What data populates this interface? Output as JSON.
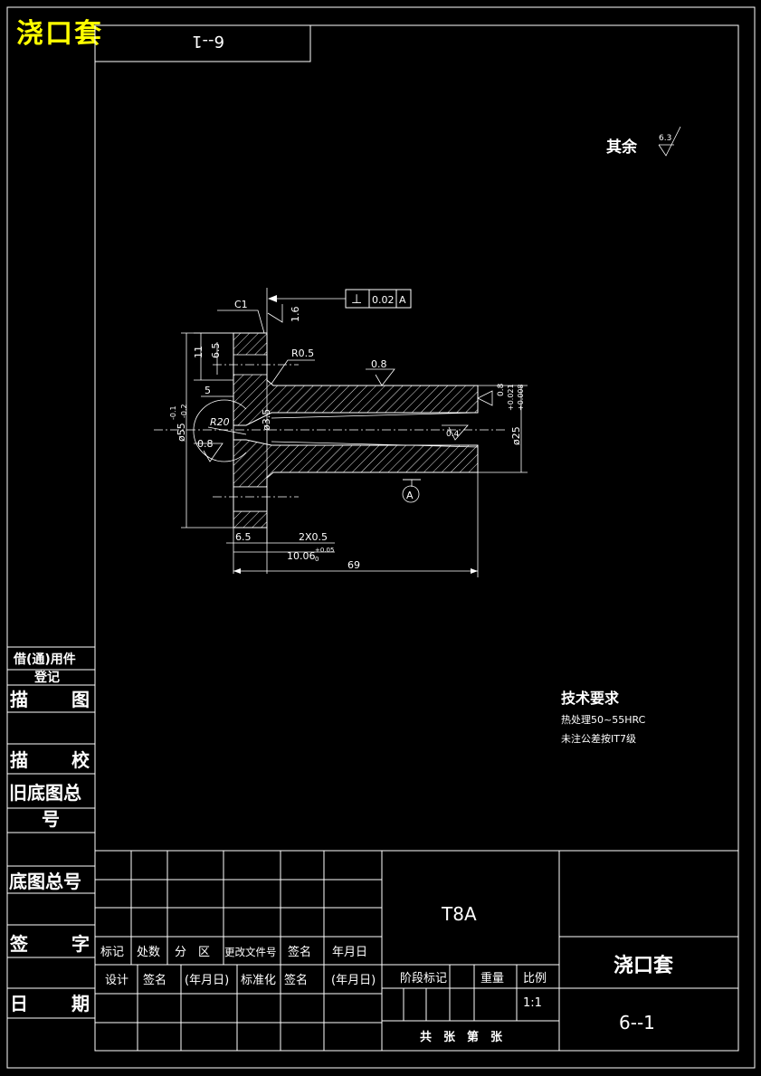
{
  "header": {
    "title": "浇口套",
    "mirror_code": "6--1"
  },
  "roughness": {
    "rest_label": "其余",
    "rest_value": "6.3"
  },
  "tolerance_frame": {
    "symbol": "⊥",
    "value": "0.02",
    "datum": "A"
  },
  "dimensions": {
    "chamfer": "C1",
    "ra_top": "1.6",
    "fillet": "R0.5",
    "ra_bore_top": "0.8",
    "d11": "11",
    "d6_5_v": "6.5",
    "d5": "5",
    "dia55": "ø55",
    "dia55_upper": "-0.1",
    "dia55_lower": "-0.2",
    "r20": "R20",
    "dia3_5": "ø3.5",
    "ra_sphere": "0.8",
    "ra_cone": "0.4",
    "dia25": "ø25",
    "dia25_upper": "+0.021",
    "dia25_lower": "+0.008",
    "ra_right": "0.8",
    "datum_label": "A",
    "d6_5_h": "6.5",
    "chamfer2": "2X0.5",
    "d10_06": "10.06",
    "d10_06_tol_upper": "+0.05",
    "d10_06_tol_lower": "0",
    "d69": "69"
  },
  "tech": {
    "heading": "技术要求",
    "line1": "热处理50~55HRC",
    "line2": "未注公差按IT7级"
  },
  "left_panel": {
    "borrow": "借(通)用件",
    "register": "登记",
    "trace": "描",
    "trace2": "图",
    "check": "描",
    "check2": "校",
    "old_no": "旧底图总",
    "old_no2": "号",
    "base_no": "底图总号",
    "sign": "签",
    "sign2": "字",
    "date": "日",
    "date2": "期"
  },
  "title_block": {
    "material": "T8A",
    "part_name": "浇口套",
    "drawing_no": "6--1",
    "row1": [
      "标记",
      "处数",
      "分　区",
      "更改文件号",
      "签名",
      "年月日"
    ],
    "row2": [
      "设计",
      "签名",
      "(年月日)",
      "标准化",
      "签名",
      "(年月日)"
    ],
    "stage": "阶段标记",
    "weight": "重量",
    "scale_label": "比例",
    "scale": "1:1",
    "sheets": "共　张　第　张"
  }
}
